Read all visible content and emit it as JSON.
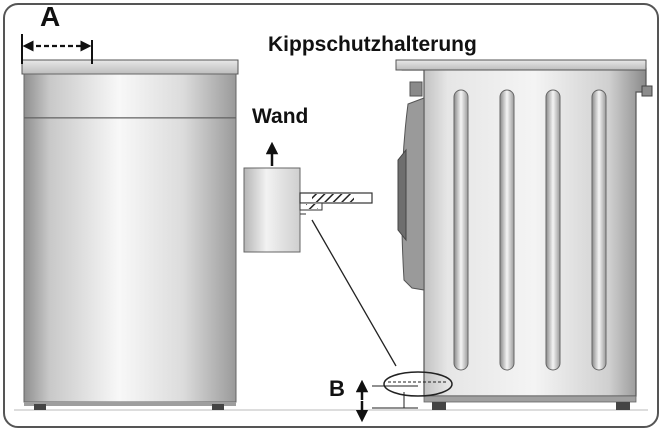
{
  "labels": {
    "title": "Kippschutzhalterung",
    "wall": "Wand",
    "gap_a": "A",
    "gap_b": "B"
  },
  "colors": {
    "frame": "#555555",
    "appliance_light": "#f7f7f7",
    "appliance_mid": "#d4d4d4",
    "appliance_dark": "#8c8c8c",
    "outline": "#333333"
  },
  "icons": {
    "wall_arrow": "arrow-up-icon",
    "dimension_a": "double-arrow-horizontal-icon",
    "dimension_b": "double-arrow-vertical-icon"
  }
}
